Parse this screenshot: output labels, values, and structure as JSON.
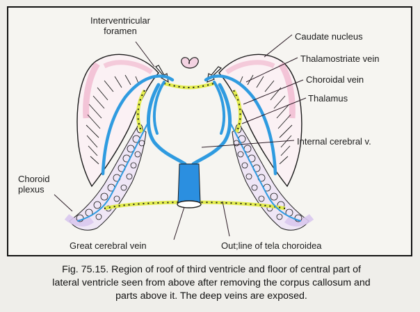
{
  "figure": {
    "labels": {
      "interventricular_foramen_line1": "Interventricular",
      "interventricular_foramen_line2": "foramen",
      "caudate_nucleus": "Caudate nucleus",
      "thalamostriate_vein": "Thalamostriate vein",
      "choroidal_vein": "Choroidal vein",
      "thalamus": "Thalamus",
      "internal_cerebral_vein": "Internal cerebral v.",
      "choroid_plexus_line1": "Choroid",
      "choroid_plexus_line2": "plexus",
      "great_cerebral_vein": "Great cerebral vein",
      "outline_tela_choroidea": "Out;line of tela choroidea"
    },
    "colors": {
      "vein": "#2f9be0",
      "great_vein": "#2b8fe0",
      "dotted_outline": "#e2ec4e",
      "caudate_tint": "#f1b9cf",
      "plexus_tint": "#d9c8ee",
      "ink": "#1a1a1a"
    }
  },
  "caption": {
    "line1": "Fig. 75.15. Region of roof of third ventricle and floor of central part of",
    "line2": "lateral ventricle seen from above after removing the corpus callosum and",
    "line3": "parts above it. The deep veins are exposed."
  }
}
